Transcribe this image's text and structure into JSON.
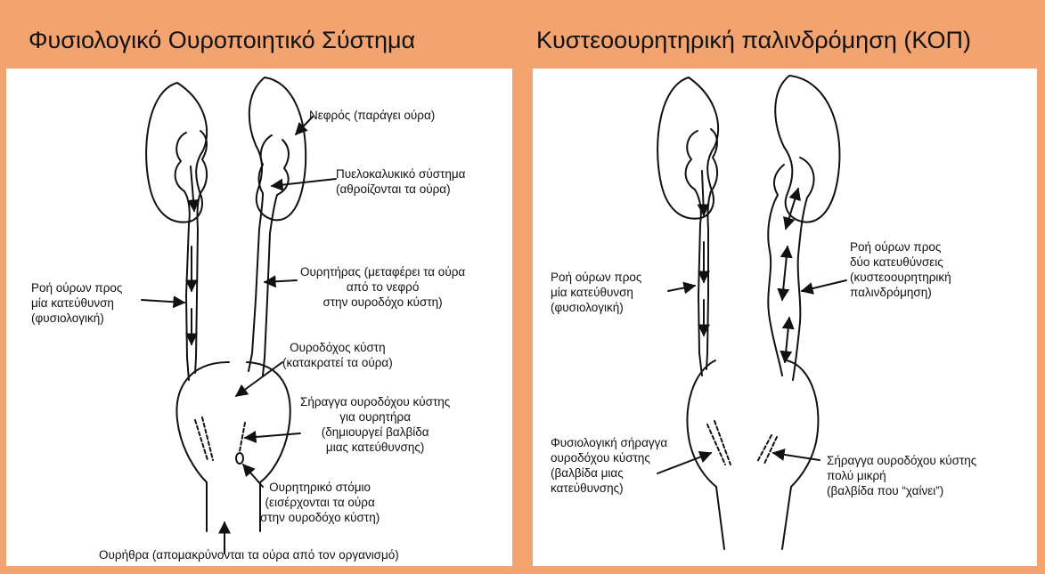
{
  "left": {
    "title": "Φυσιολογικό Ουροποιητικό Σύστημα",
    "labels": {
      "kidney": [
        "Νεφρός (παράγει ούρα)"
      ],
      "pelvis": [
        "Πυελοκαλυκικό σύστημα",
        "(αθροίζονται τα ούρα)"
      ],
      "flow": [
        "Ροή ούρων προς",
        "μία κατεύθυνση",
        "(φυσιολογική)"
      ],
      "ureter": [
        "Ουρητήρας (μεταφέρει τα ούρα",
        "από το νεφρό",
        "στην ουροδόχο κύστη)"
      ],
      "bladder": [
        "Ουροδόχος κύστη",
        "(κατακρατεί τα ούρα)"
      ],
      "tunnel": [
        "Σήραγγα ουροδόχου κύστης",
        "για ουρητήρα",
        "(δημιουργεί βαλβίδα",
        "μιας κατεύθυνσης)"
      ],
      "orifice": [
        "Ουρητηρικό στόμιο",
        "(εισέρχονται τα ούρα",
        "στην ουροδόχο κύστη)"
      ],
      "urethra": [
        "Ουρήθρα (απομακρύνονται τα ούρα από τον οργανισμό)"
      ]
    }
  },
  "right": {
    "title": "Κυστεοουρητηρική παλινδρόμηση (ΚΟΠ)",
    "labels": {
      "flow_one": [
        "Ροή ούρων προς",
        "μία κατεύθυνση",
        "(φυσιολογική)"
      ],
      "flow_two": [
        "Ροή ούρων προς",
        "δύο κατευθύνσεις",
        "(κυστεοουρητηρική",
        "παλινδρόμηση)"
      ],
      "normal_tunnel": [
        "Φυσιολογική σήραγγα",
        "ουροδόχου κύστης",
        "(βαλβίδα μιας",
        "κατεύθυνσης)"
      ],
      "short_tunnel": [
        "Σήραγγα ουροδόχου κύστης",
        "πολύ μικρή",
        "(βαλβίδα που “χαίνει”)"
      ]
    }
  }
}
